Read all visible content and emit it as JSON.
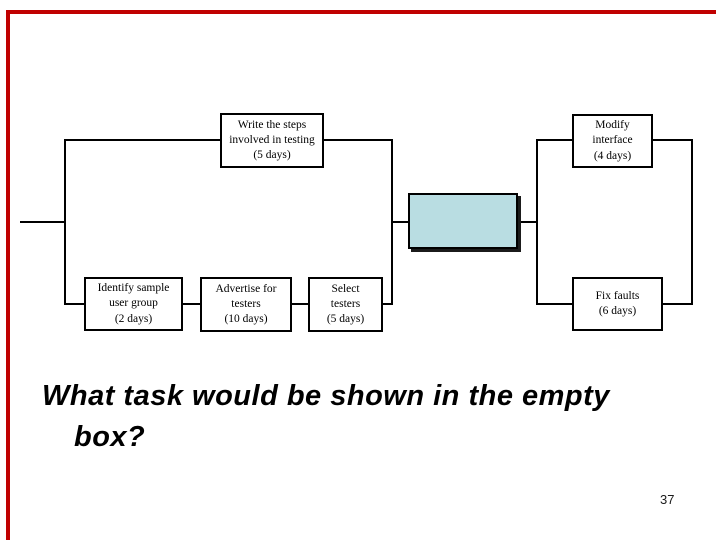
{
  "slide": {
    "question_line1": "What task would be shown in the empty",
    "question_line2": "box?",
    "page_number": "37"
  },
  "colors": {
    "accent_red": "#C00000",
    "empty_box_fill": "#B9DDE2",
    "connector": "#000000",
    "text": "#000000"
  },
  "diagram": {
    "boxes": [
      {
        "id": "write-steps",
        "line1": "Write the steps",
        "line2": "involved in testing",
        "line3": "(5 days)"
      },
      {
        "id": "modify-interface",
        "line1": "Modify",
        "line2": "interface",
        "line3": "(4 days)"
      },
      {
        "id": "identify-sample",
        "line1": "Identify sample",
        "line2": "user group",
        "line3": "(2 days)"
      },
      {
        "id": "advertise-testers",
        "line1": "Advertise for",
        "line2": "testers",
        "line3": "(10 days)"
      },
      {
        "id": "select-testers",
        "line1": "Select",
        "line2": "testers",
        "line3": "(5 days)"
      },
      {
        "id": "fix-faults",
        "line1": "Fix faults",
        "line2": "(6 days)"
      },
      {
        "id": "empty-box",
        "note": ""
      }
    ]
  }
}
